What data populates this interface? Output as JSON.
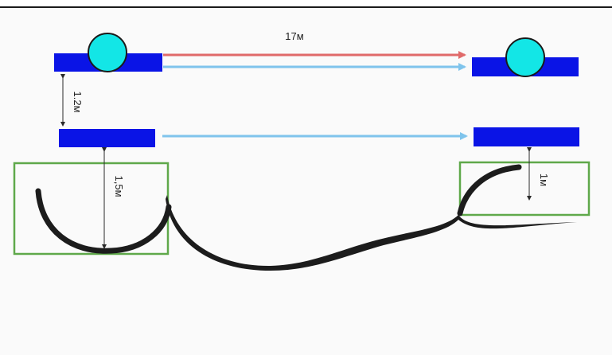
{
  "diagram": {
    "labels": {
      "top_span": "17м",
      "upper_gap": "1.2м",
      "left_depth": "1,5м",
      "right_depth": "1м"
    },
    "colors": {
      "block": "#0a14e6",
      "wheel": "#13e6e6",
      "red_arrow": "#e06a6a",
      "blue_arrow": "#7fc4ec",
      "frame": "#5fa84a",
      "curve": "#1c1c1c",
      "dimension": "#2a2a2a"
    }
  }
}
